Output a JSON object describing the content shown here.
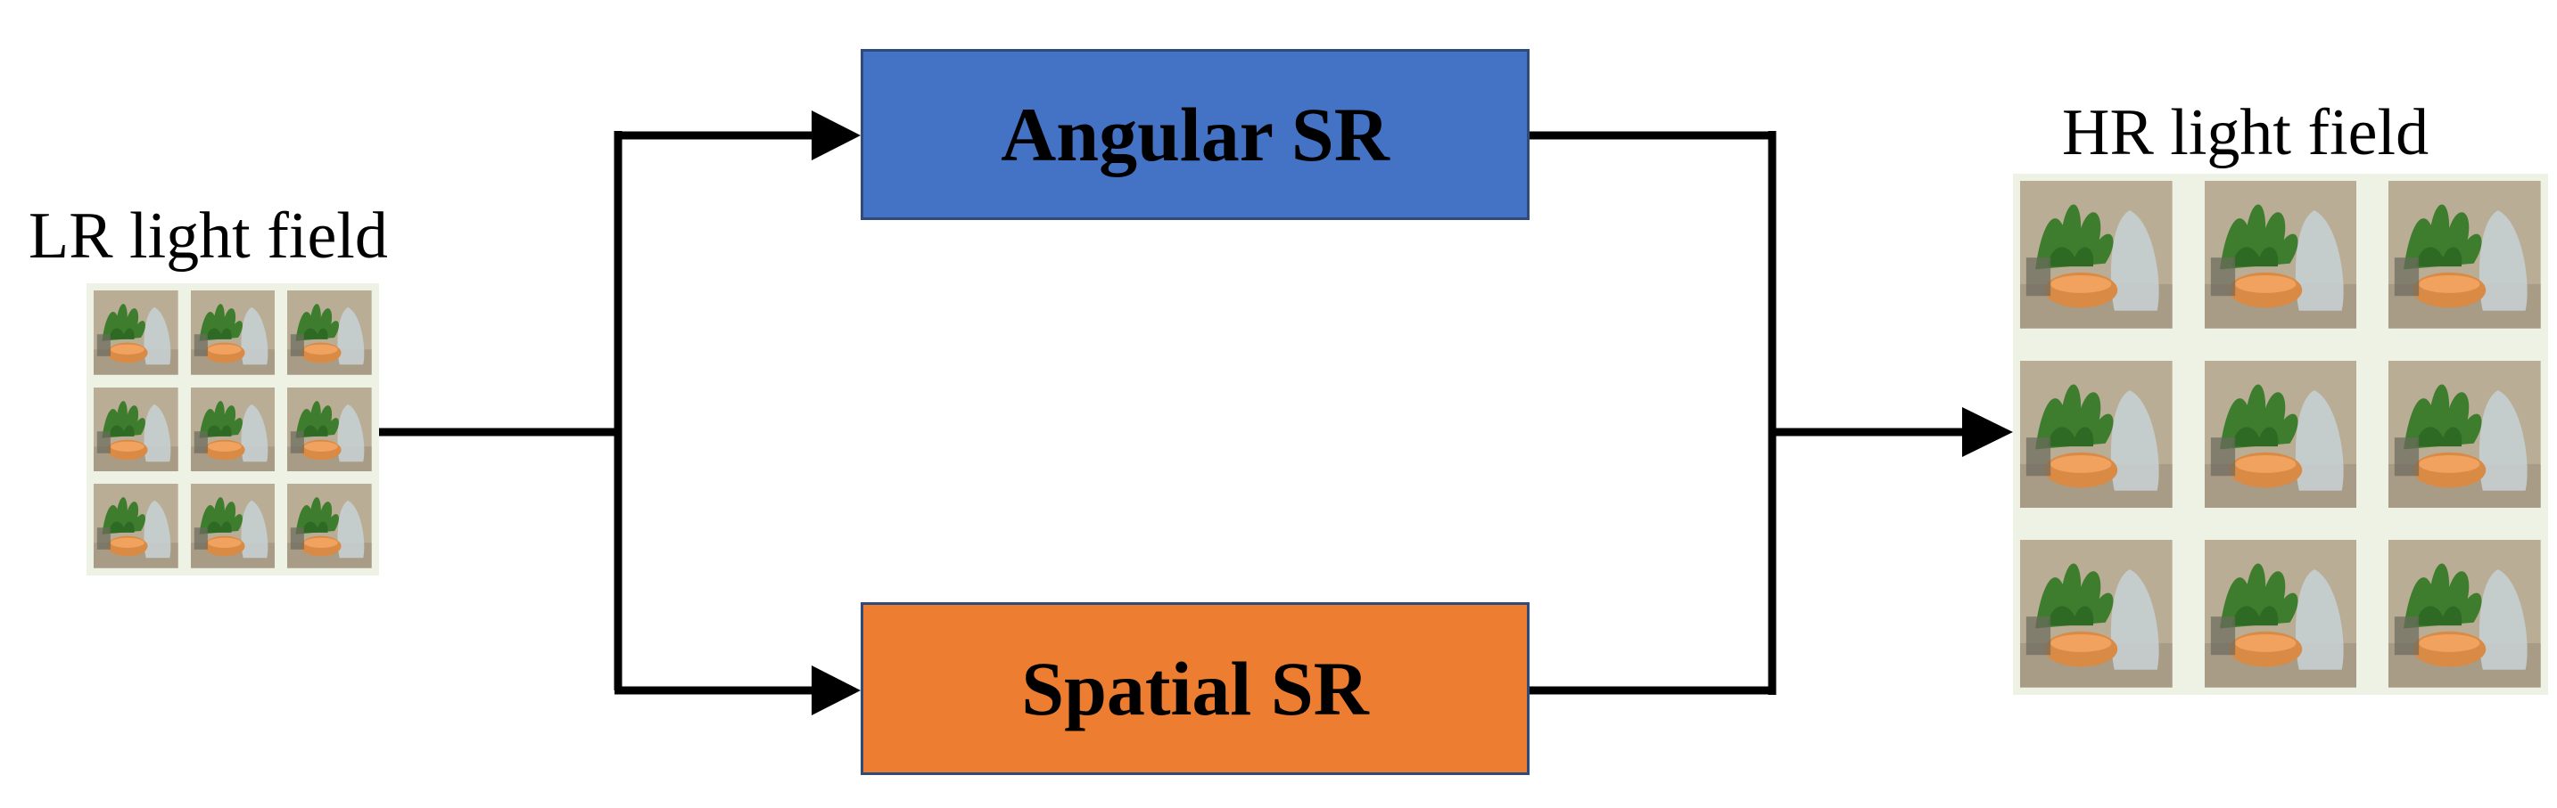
{
  "input": {
    "label": "LR light field"
  },
  "output": {
    "label": "HR light field"
  },
  "blocks": {
    "angular": {
      "label": "Angular SR",
      "color": "#4472c4"
    },
    "spatial": {
      "label": "Spatial SR",
      "color": "#ed7d31"
    }
  },
  "thumbnail": {
    "background": "#b9ad96",
    "bg_frame": "#eef2e4",
    "plant": "#3f7d2e",
    "pot": "#d98a44",
    "vase": "#c7cfd2"
  }
}
